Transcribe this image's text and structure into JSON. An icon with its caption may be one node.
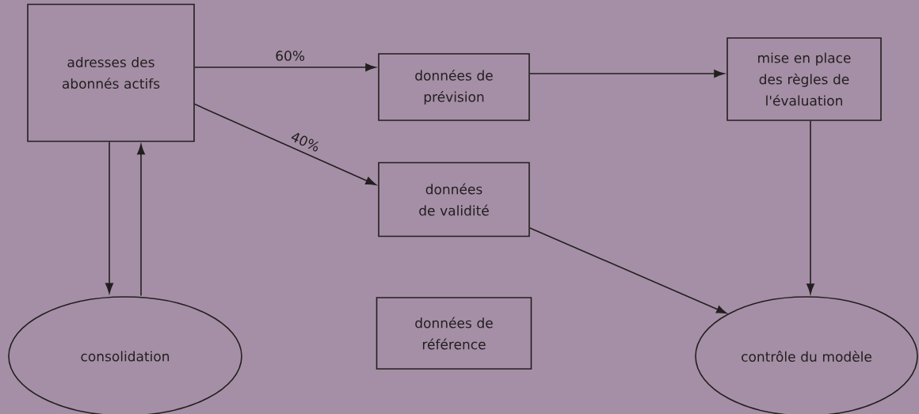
{
  "diagram": {
    "nodes": [
      {
        "text": [
          "adresses des abonnés actifs"
        ]
      },
      {
        "text": [
          "données de prévision"
        ]
      },
      {
        "text": [
          "mise en place des règles de l'évaluation"
        ]
      },
      {
        "text": [
          "données de validité"
        ]
      },
      {
        "text": [
          "consolidation"
        ]
      },
      {
        "text": [
          "données de référence"
        ]
      },
      {
        "text": [
          "contrôle du modèle"
        ]
      }
    ],
    "edges": [
      {
        "from": 0,
        "to": 1,
        "arrow": "to",
        "label": "60%"
      },
      {
        "from": 0,
        "to": 3,
        "arrow": "to",
        "label": "40%"
      },
      {
        "from": 1,
        "to": 2,
        "arrow": "to"
      },
      {
        "from": 2,
        "to": 6,
        "arrow": "to"
      },
      {
        "from": 3,
        "to": 6,
        "arrow": "to"
      },
      {
        "from": 0,
        "to": 4,
        "arrow": "to"
      },
      {
        "from": 4,
        "to": 0,
        "arrow": "to"
      }
    ]
  }
}
